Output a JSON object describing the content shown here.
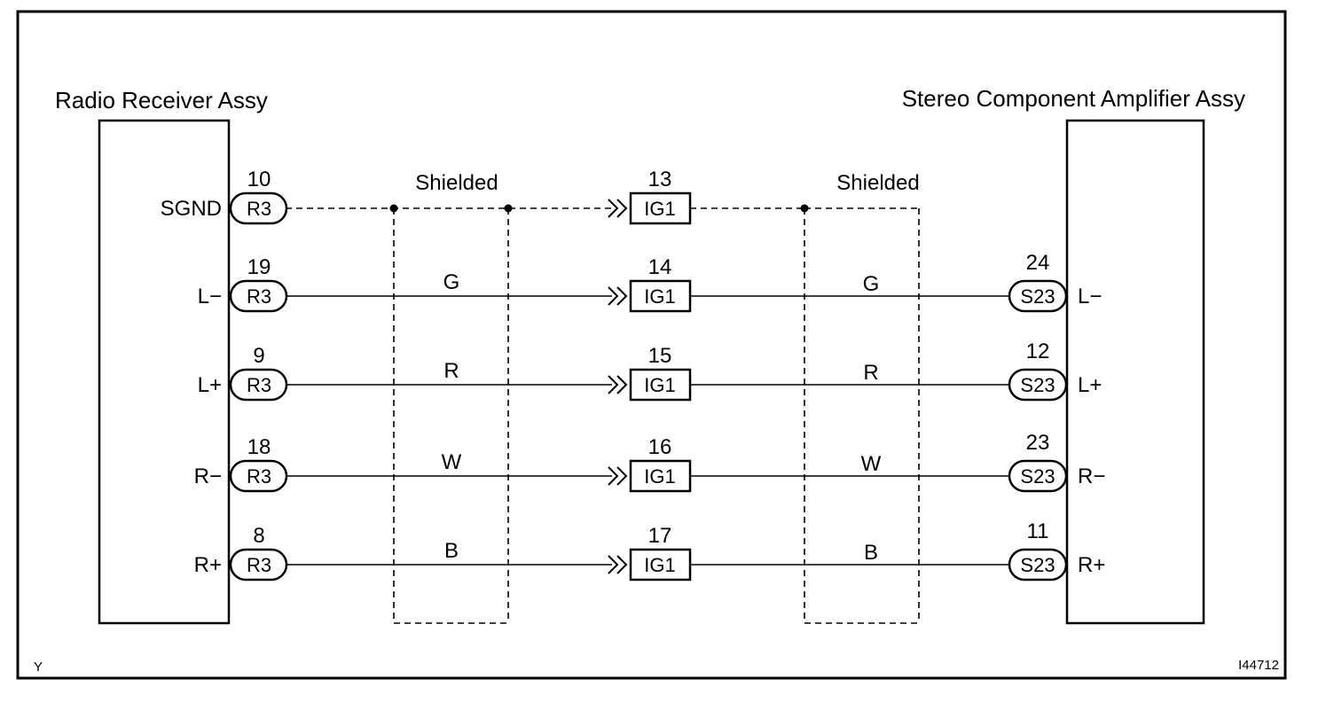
{
  "left_component": "Radio Receiver Assy",
  "right_component": "Stereo Component Amplifier Assy",
  "shield_label": "Shielded",
  "corner_left": "Y",
  "corner_right": "I44712",
  "left_connector": "R3",
  "mid_connector": "IG1",
  "right_connector": "S23",
  "rows": [
    {
      "signal": "SGND",
      "left_pin": "10",
      "mid_pin": "13",
      "wire_left": "",
      "wire_right": "",
      "right_pin": "",
      "right_signal": ""
    },
    {
      "signal": "L−",
      "left_pin": "19",
      "mid_pin": "14",
      "wire_left": "G",
      "wire_right": "G",
      "right_pin": "24",
      "right_signal": "L−"
    },
    {
      "signal": "L+",
      "left_pin": "9",
      "mid_pin": "15",
      "wire_left": "R",
      "wire_right": "R",
      "right_pin": "12",
      "right_signal": "L+"
    },
    {
      "signal": "R−",
      "left_pin": "18",
      "mid_pin": "16",
      "wire_left": "W",
      "wire_right": "W",
      "right_pin": "23",
      "right_signal": "R−"
    },
    {
      "signal": "R+",
      "left_pin": "8",
      "mid_pin": "17",
      "wire_left": "B",
      "wire_right": "B",
      "right_pin": "11",
      "right_signal": "R+"
    }
  ]
}
